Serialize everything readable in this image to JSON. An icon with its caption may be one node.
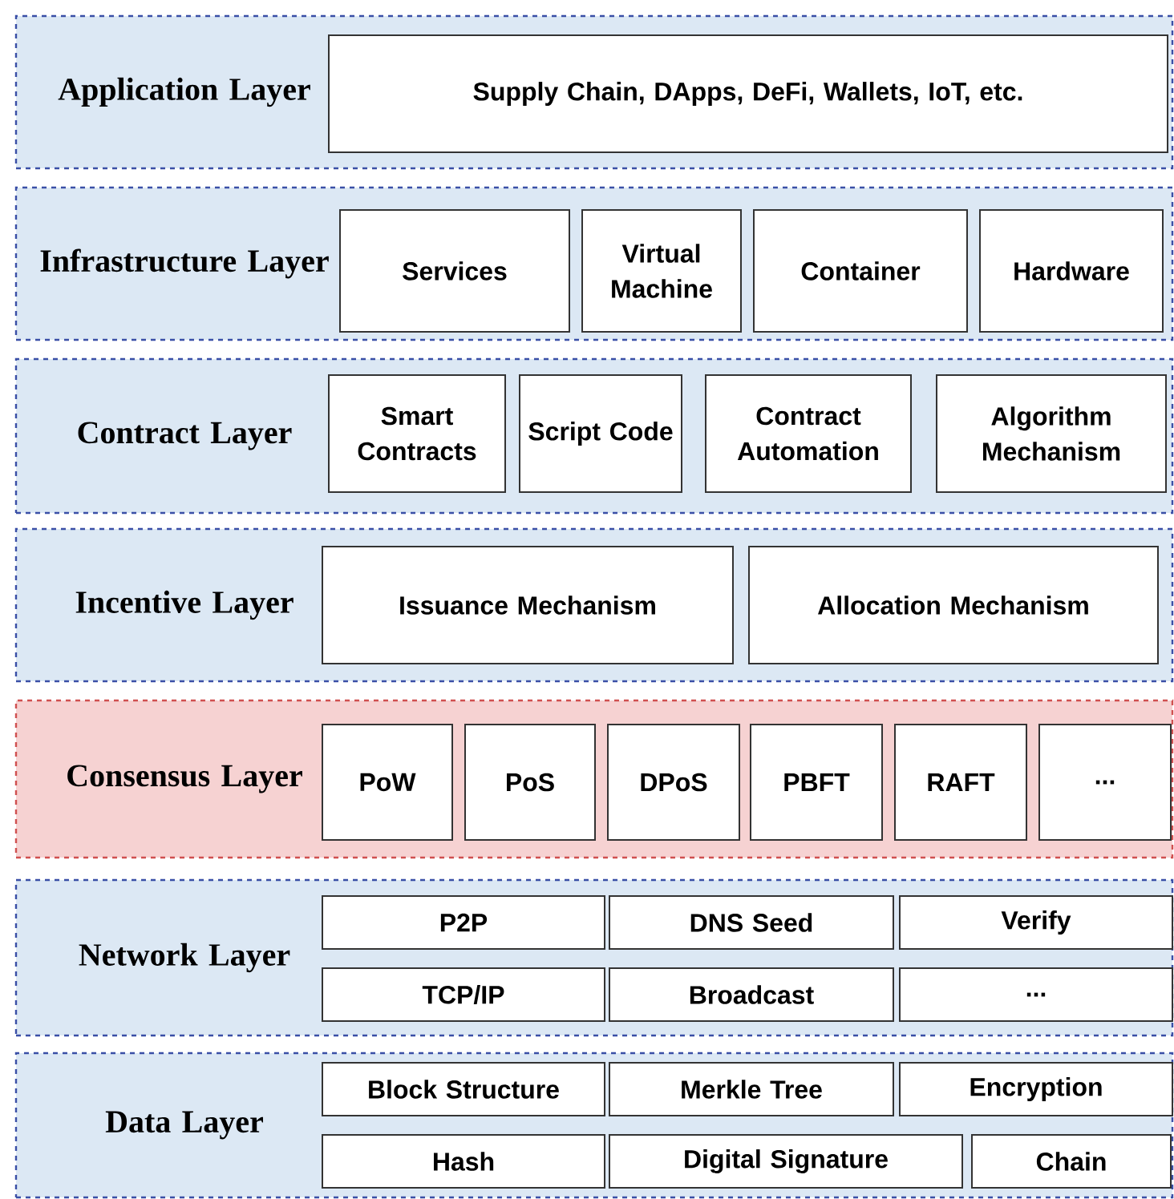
{
  "diagram": {
    "nodes": [
      {
        "text": [
          "Application Layer"
        ]
      },
      {
        "text": [
          "Supply Chain, DApps, DeFi, Wallets, IoT, etc."
        ],
        "in": 0
      },
      {
        "text": [
          "Infrastructure Layer"
        ]
      },
      {
        "text": [
          "Services"
        ],
        "in": 2
      },
      {
        "text": [
          "Virtual Machine"
        ],
        "in": 2
      },
      {
        "text": [
          "Container"
        ],
        "in": 2
      },
      {
        "text": [
          "Hardware"
        ],
        "in": 2
      },
      {
        "text": [
          "Contract Layer"
        ]
      },
      {
        "text": [
          "Smart Contracts"
        ],
        "in": 7
      },
      {
        "text": [
          "Script Code"
        ],
        "in": 7
      },
      {
        "text": [
          "Contract Automation"
        ],
        "in": 7
      },
      {
        "text": [
          "Algorithm Mechanism"
        ],
        "in": 7
      },
      {
        "text": [
          "Incentive Layer"
        ]
      },
      {
        "text": [
          "Issuance Mechanism"
        ],
        "in": 12
      },
      {
        "text": [
          "Allocation Mechanism"
        ],
        "in": 12
      },
      {
        "text": [
          "Consensus Layer"
        ]
      },
      {
        "text": [
          "PoW"
        ],
        "in": 15
      },
      {
        "text": [
          "PoS"
        ],
        "in": 15
      },
      {
        "text": [
          "DPoS"
        ],
        "in": 15
      },
      {
        "text": [
          "PBFT"
        ],
        "in": 15
      },
      {
        "text": [
          "RAFT"
        ],
        "in": 15
      },
      {
        "text": [
          "..."
        ],
        "in": 15
      },
      {
        "text": [
          "Network Layer"
        ]
      },
      {
        "text": [
          "P2P"
        ],
        "in": 22
      },
      {
        "text": [
          "DNS Seed"
        ],
        "in": 22
      },
      {
        "text": [
          "Verify"
        ],
        "in": 22
      },
      {
        "text": [
          "TCP/IP"
        ],
        "in": 22
      },
      {
        "text": [
          "Broadcast"
        ],
        "in": 22
      },
      {
        "text": [
          "..."
        ],
        "in": 22
      },
      {
        "text": [
          "Data Layer"
        ]
      },
      {
        "text": [
          "Block Structure"
        ],
        "in": 29
      },
      {
        "text": [
          "Merkle Tree"
        ],
        "in": 29
      },
      {
        "text": [
          "Encryption"
        ],
        "in": 29
      },
      {
        "text": [
          "Hash"
        ],
        "in": 29
      },
      {
        "text": [
          "Digital Signature"
        ],
        "in": 29
      },
      {
        "text": [
          "Chain"
        ],
        "in": 29
      }
    ]
  }
}
